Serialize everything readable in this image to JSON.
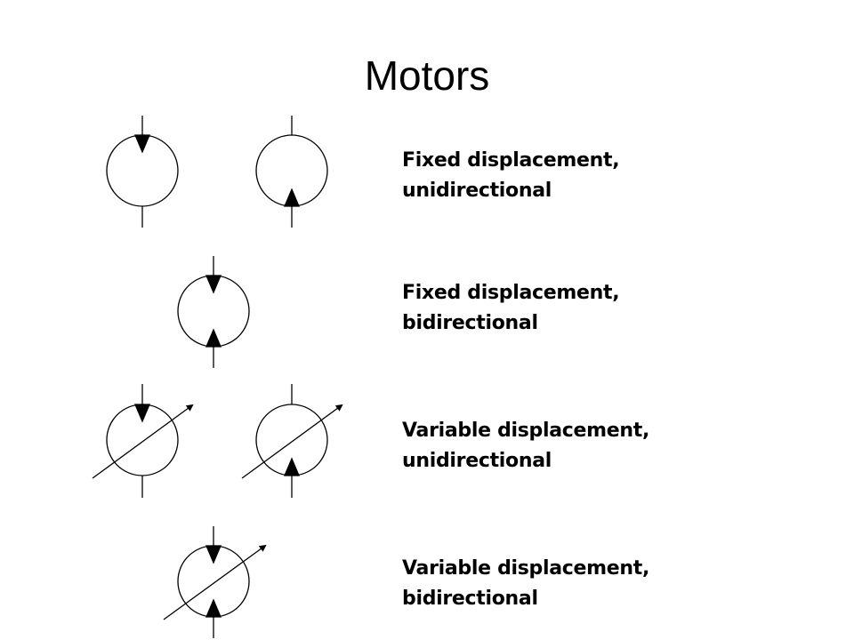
{
  "title": "Motors",
  "rows": [
    {
      "line1": "Fixed displacement,",
      "line2": "unidirectional"
    },
    {
      "line1": "Fixed displacement,",
      "line2": "bidirectional"
    },
    {
      "line1": "Variable displacement,",
      "line2": "unidirectional"
    },
    {
      "line1": "Variable displacement,",
      "line2": "bidirectional"
    }
  ],
  "colors": {
    "line": "#000000",
    "background": "#ffffff",
    "text": "#000000"
  },
  "icons": [
    "motor-symbol-icon",
    "inlet-arrow-icon",
    "outlet-arrow-icon",
    "variable-displacement-arrow-icon"
  ]
}
